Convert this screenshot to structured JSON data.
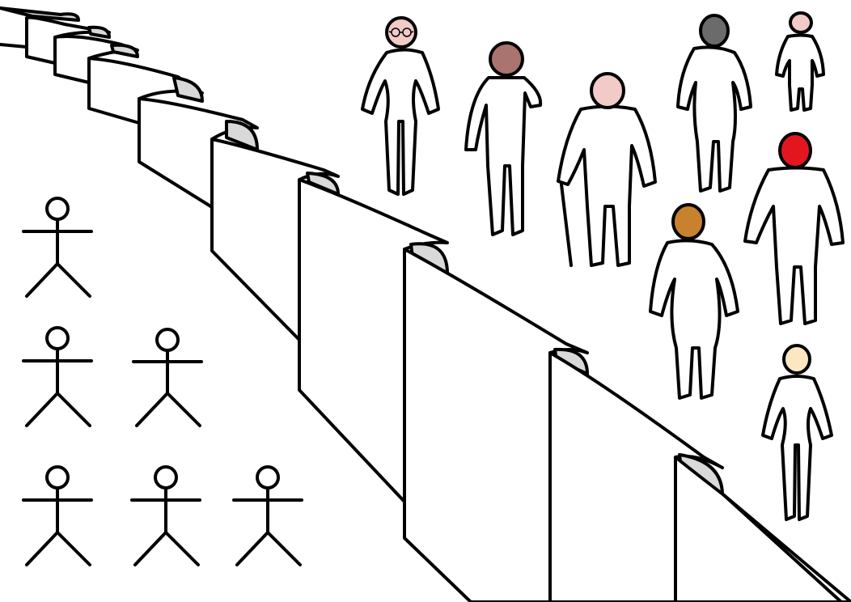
{
  "colors": {
    "outline": "#000000",
    "wall_fill": "#ffffff",
    "wall_curl": "#d9d9d9",
    "background": "#ffffff"
  },
  "wall": {
    "panel_count": 10
  },
  "stick_figures": {
    "count": 6,
    "rows": [
      1,
      2,
      3
    ]
  },
  "people": [
    {
      "id": "woman-glasses",
      "head_color": "#f2cbc9",
      "glasses": true,
      "cane": false,
      "build": "slim-female"
    },
    {
      "id": "man-brown",
      "head_color": "#a9746e",
      "glasses": false,
      "cane": false,
      "build": "male"
    },
    {
      "id": "elder-cane",
      "head_color": "#f2cbc9",
      "glasses": false,
      "cane": true,
      "build": "male"
    },
    {
      "id": "person-gray",
      "head_color": "#6b6b6b",
      "glasses": false,
      "cane": false,
      "build": "heavy"
    },
    {
      "id": "child",
      "head_color": "#f2cbc9",
      "glasses": false,
      "cane": false,
      "build": "child"
    },
    {
      "id": "man-red",
      "head_color": "#e3161f",
      "glasses": false,
      "cane": false,
      "build": "male"
    },
    {
      "id": "person-orange",
      "head_color": "#c8822e",
      "glasses": false,
      "cane": false,
      "build": "heavy"
    },
    {
      "id": "woman-cream",
      "head_color": "#fbe7c1",
      "glasses": false,
      "cane": false,
      "build": "slim-female"
    }
  ]
}
